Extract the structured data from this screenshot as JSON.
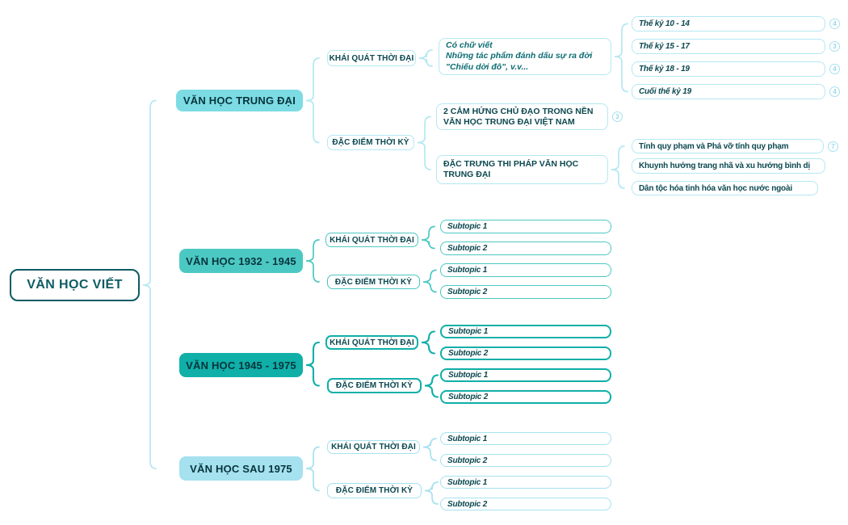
{
  "title": "VĂN HỌC VIẾT mind map",
  "colors": {
    "root_stroke": "#0d5c63",
    "light": "#b4e8f3",
    "branch1": "#7cdbe3",
    "branch2": "#4cc8c3",
    "branch3": "#10afa8",
    "branch4": "#a5e1ef",
    "dark_text": "#0c4850",
    "note_text": "#0d6d74",
    "badge": "#a7e0ee"
  },
  "nodes": {
    "root": {
      "label": "VĂN HỌC VIẾT",
      "kind": "root"
    },
    "b1": {
      "label": "VĂN HỌC TRUNG ĐẠI",
      "kind": "header",
      "fill": "branch1"
    },
    "b1-khai": {
      "label": "KHÁI QUÁT THỜI ĐẠI",
      "kind": "sub",
      "stroke": "light"
    },
    "b1-note": {
      "lines": [
        "Có chữ viết",
        "Những tác phẩm đánh dấu sự ra đời",
        "\"Chiếu dời đô\", v.v..."
      ],
      "kind": "note",
      "stroke": "light"
    },
    "l1": {
      "label": "Thế kỷ 10 - 14",
      "kind": "leaf",
      "italic": true,
      "stroke": "light",
      "badge": "4"
    },
    "l2": {
      "label": "Thế kỷ 15 - 17",
      "kind": "leaf",
      "italic": true,
      "stroke": "light",
      "badge": "3"
    },
    "l3": {
      "label": "Thế kỷ 18 - 19",
      "kind": "leaf",
      "italic": true,
      "stroke": "light",
      "badge": "4"
    },
    "l4": {
      "label": "Cuối thế kỷ 19",
      "kind": "leaf",
      "italic": true,
      "stroke": "light",
      "badge": "4"
    },
    "b1-dac": {
      "label": "ĐẶC ĐIỂM THỜI KỲ",
      "kind": "sub",
      "stroke": "light"
    },
    "b1-2cam": {
      "label": "2 CẢM HỨNG CHỦ ĐẠO TRONG NỀN VĂN HỌC TRUNG ĐẠI VIỆT NAM",
      "kind": "content",
      "stroke": "light",
      "badge": "3"
    },
    "b1-dactrung": {
      "label": "ĐẶC TRƯNG THI PHÁP VĂN HỌC TRUNG ĐẠI",
      "kind": "content",
      "stroke": "light"
    },
    "l5": {
      "label": "Tính quy phạm và Phá vỡ tính quy phạm",
      "kind": "leaf",
      "stroke": "light",
      "badge": "7"
    },
    "l6": {
      "label": "Khuynh hướng trang nhã và xu hướng bình dị",
      "kind": "leaf",
      "stroke": "light"
    },
    "l7": {
      "label": "Dân tộc hóa tinh hóa văn học nước ngoài",
      "kind": "leaf",
      "stroke": "light"
    },
    "b2": {
      "label": "VĂN HỌC 1932 - 1945",
      "kind": "header",
      "fill": "branch2"
    },
    "b2-khai": {
      "label": "KHÁI QUÁT THỜI ĐẠI",
      "kind": "sub",
      "stroke": "branch2"
    },
    "b2-s1": {
      "label": "Subtopic 1",
      "kind": "leaf",
      "italic": true,
      "stroke": "branch2"
    },
    "b2-s2": {
      "label": "Subtopic 2",
      "kind": "leaf",
      "italic": true,
      "stroke": "branch2"
    },
    "b2-dac": {
      "label": "ĐẶC ĐIỂM THỜI KỲ",
      "kind": "sub",
      "stroke": "branch2"
    },
    "b2-s3": {
      "label": "Subtopic 1",
      "kind": "leaf",
      "italic": true,
      "stroke": "branch2"
    },
    "b2-s4": {
      "label": "Subtopic 2",
      "kind": "leaf",
      "italic": true,
      "stroke": "branch2"
    },
    "b3": {
      "label": "VĂN HỌC 1945 - 1975",
      "kind": "header",
      "fill": "branch3"
    },
    "b3-khai": {
      "label": "KHÁI QUÁT THỜI ĐẠI",
      "kind": "sub",
      "stroke": "branch3"
    },
    "b3-s1": {
      "label": "Subtopic 1",
      "kind": "leaf",
      "italic": true,
      "stroke": "branch3"
    },
    "b3-s2": {
      "label": "Subtopic 2",
      "kind": "leaf",
      "italic": true,
      "stroke": "branch3"
    },
    "b3-dac": {
      "label": "ĐẶC ĐIỂM THỜI KỲ",
      "kind": "sub",
      "stroke": "branch3"
    },
    "b3-s3": {
      "label": "Subtopic 1",
      "kind": "leaf",
      "italic": true,
      "stroke": "branch3"
    },
    "b3-s4": {
      "label": "Subtopic 2",
      "kind": "leaf",
      "italic": true,
      "stroke": "branch3"
    },
    "b4": {
      "label": "VĂN HỌC SAU 1975",
      "kind": "header",
      "fill": "branch4"
    },
    "b4-khai": {
      "label": "KHÁI QUÁT THỜI ĐẠI",
      "kind": "sub",
      "stroke": "branch4"
    },
    "b4-s1": {
      "label": "Subtopic 1",
      "kind": "leaf",
      "italic": true,
      "stroke": "branch4"
    },
    "b4-s2": {
      "label": "Subtopic 2",
      "kind": "leaf",
      "italic": true,
      "stroke": "branch4"
    },
    "b4-dac": {
      "label": "ĐẶC ĐIỂM THỜI KỲ",
      "kind": "sub",
      "stroke": "branch4"
    },
    "b4-s3": {
      "label": "Subtopic 1",
      "kind": "leaf",
      "italic": true,
      "stroke": "branch4"
    },
    "b4-s4": {
      "label": "Subtopic 2",
      "kind": "leaf",
      "italic": true,
      "stroke": "branch4"
    }
  },
  "braces": [
    {
      "parent": "root",
      "children": [
        "b1",
        "b2",
        "b3",
        "b4"
      ],
      "color": "light"
    },
    {
      "parent": "b1",
      "children": [
        "b1-khai",
        "b1-dac"
      ],
      "color": "light"
    },
    {
      "parent": "b1-khai",
      "children": [
        "b1-note"
      ],
      "color": "light"
    },
    {
      "parent": "b1-note",
      "children": [
        "l1",
        "l2",
        "l3",
        "l4"
      ],
      "color": "light"
    },
    {
      "parent": "b1-dac",
      "children": [
        "b1-2cam",
        "b1-dactrung"
      ],
      "color": "light"
    },
    {
      "parent": "b1-dactrung",
      "children": [
        "l5",
        "l6",
        "l7"
      ],
      "color": "light"
    },
    {
      "parent": "b2",
      "children": [
        "b2-khai",
        "b2-dac"
      ],
      "color": "branch2"
    },
    {
      "parent": "b2-khai",
      "children": [
        "b2-s1",
        "b2-s2"
      ],
      "color": "branch2"
    },
    {
      "parent": "b2-dac",
      "children": [
        "b2-s3",
        "b2-s4"
      ],
      "color": "branch2"
    },
    {
      "parent": "b3",
      "children": [
        "b3-khai",
        "b3-dac"
      ],
      "color": "branch3"
    },
    {
      "parent": "b3-khai",
      "children": [
        "b3-s1",
        "b3-s2"
      ],
      "color": "branch3"
    },
    {
      "parent": "b3-dac",
      "children": [
        "b3-s3",
        "b3-s4"
      ],
      "color": "branch3"
    },
    {
      "parent": "b4",
      "children": [
        "b4-khai",
        "b4-dac"
      ],
      "color": "branch4"
    },
    {
      "parent": "b4-khai",
      "children": [
        "b4-s1",
        "b4-s2"
      ],
      "color": "branch4"
    },
    {
      "parent": "b4-dac",
      "children": [
        "b4-s3",
        "b4-s4"
      ],
      "color": "bran4"
    }
  ]
}
